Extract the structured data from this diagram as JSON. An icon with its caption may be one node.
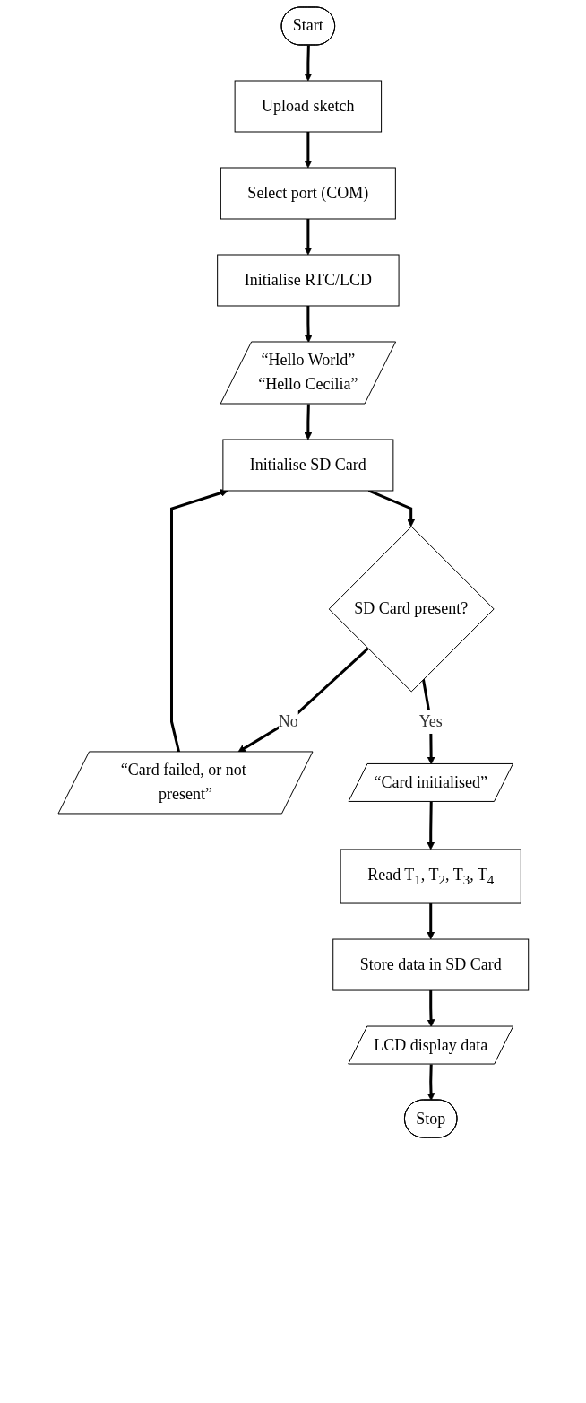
{
  "diagram": {
    "nodes": [
      {
        "text": [
          "Start"
        ]
      },
      {
        "text": [
          "Upload sketch"
        ]
      },
      {
        "text": [
          "Select port (COM)"
        ]
      },
      {
        "text": [
          "Initialise RTC/LCD"
        ]
      },
      {
        "text": [
          "“Hello World”",
          "“Hello Cecilia”"
        ]
      },
      {
        "text": [
          "Initialise SD Card"
        ]
      },
      {
        "text": [
          "SD Card present?"
        ]
      },
      {
        "text": [
          "“Card failed, or not present”"
        ]
      },
      {
        "text": [
          "“Card initialised”"
        ]
      },
      {
        "text": [
          "Read T$_{1}$, T$_{2}$, T$_{3}$, T$_{4}$"
        ]
      },
      {
        "text": [
          "Store data in SD Card"
        ]
      },
      {
        "text": [
          "LCD display data"
        ]
      },
      {
        "text": [
          "Stop"
        ]
      }
    ],
    "edges": [
      {
        "from": 0,
        "to": 1,
        "arrow": "to"
      },
      {
        "from": 1,
        "to": 2,
        "arrow": "to"
      },
      {
        "from": 2,
        "to": 3,
        "arrow": "to"
      },
      {
        "from": 3,
        "to": 4,
        "arrow": "to"
      },
      {
        "from": 4,
        "to": 5,
        "arrow": "to"
      },
      {
        "from": 5,
        "to": 6,
        "arrow": "to"
      },
      {
        "from": 6,
        "to": 7,
        "label": "No",
        "arrow": "to"
      },
      {
        "from": 7,
        "to": 5,
        "arrow": "to"
      },
      {
        "from": 6,
        "to": 8,
        "label": "Yes",
        "arrow": "to"
      },
      {
        "from": 8,
        "to": 9,
        "arrow": "to"
      },
      {
        "from": 9,
        "to": 10,
        "arrow": "to"
      },
      {
        "from": 10,
        "to": 11,
        "arrow": "to"
      },
      {
        "from": 11,
        "to": 12,
        "arrow": "to"
      }
    ]
  }
}
